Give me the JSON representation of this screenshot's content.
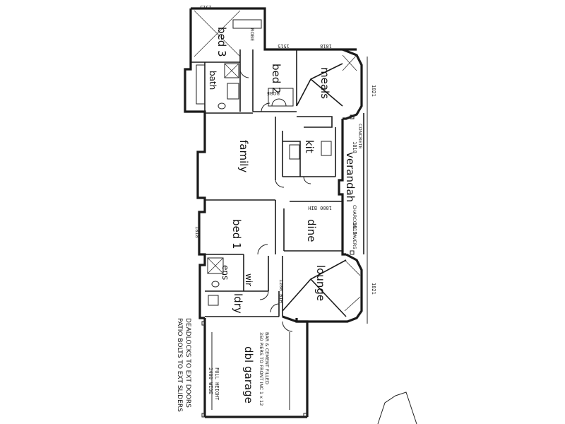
{
  "rooms": {
    "bed3": "bed 3",
    "bath": "bath",
    "bed2": "bed 2",
    "meals": "meals",
    "family": "family",
    "kit": "kit",
    "verandah": "verandah",
    "bed1": "bed 1",
    "dine": "dine",
    "ens": "ens",
    "wir": "wir",
    "lounge": "lounge",
    "ldry": "ldry",
    "garage": "dbl garage"
  },
  "notes": {
    "patio": "PATIO BOLTS TO EXT SLIDERS",
    "deadlocks": "DEADLOCKS TO EXT DOORS",
    "piers": "350 PIERS TO FRONT INC 1 x 12",
    "cement": "BAR & CEMENT FILLED",
    "slab": "CONCRETE",
    "pave": "CHARCOAL PAVERS",
    "robe": "ROBE"
  },
  "dims": {
    "d1": "1515",
    "d2": "1818",
    "d3": "1821",
    "d4": "1515",
    "d5": "1821",
    "d6": "1818",
    "d7": "1515",
    "d8": "1818",
    "d9": "1200 BIH",
    "d10": "1800 BIH",
    "d11": "2400 WIDE",
    "d12": "FULL HEIGHT"
  }
}
